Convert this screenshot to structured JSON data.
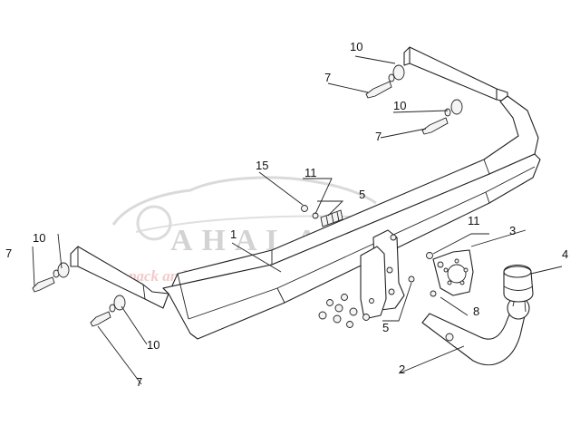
{
  "watermark": {
    "brand": "AHALA",
    "tagline": "pack and travel"
  },
  "callouts": [
    {
      "id": "c1",
      "label": "1"
    },
    {
      "id": "c2",
      "label": "2"
    },
    {
      "id": "c3",
      "label": "3"
    },
    {
      "id": "c4",
      "label": "4"
    },
    {
      "id": "c5a",
      "label": "5"
    },
    {
      "id": "c5b",
      "label": "5"
    },
    {
      "id": "c7a",
      "label": "7"
    },
    {
      "id": "c7b",
      "label": "7"
    },
    {
      "id": "c7c",
      "label": "7"
    },
    {
      "id": "c7d",
      "label": "7"
    },
    {
      "id": "c8",
      "label": "8"
    },
    {
      "id": "c10a",
      "label": "10"
    },
    {
      "id": "c10b",
      "label": "10"
    },
    {
      "id": "c10c",
      "label": "10"
    },
    {
      "id": "c10d",
      "label": "10"
    },
    {
      "id": "c11a",
      "label": "11"
    },
    {
      "id": "c11b",
      "label": "11"
    },
    {
      "id": "c15",
      "label": "15"
    }
  ]
}
